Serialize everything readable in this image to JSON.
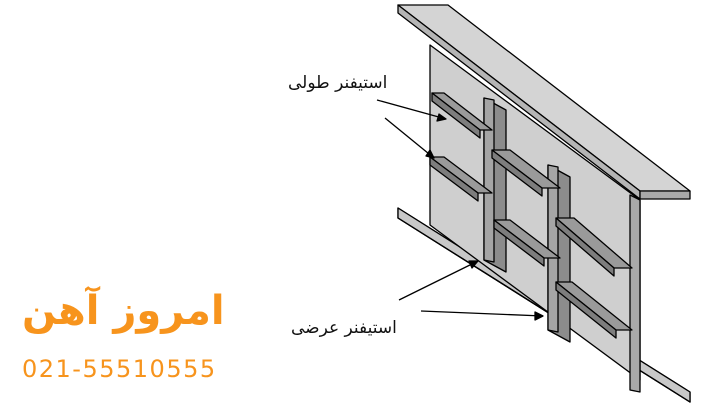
{
  "labels": {
    "longitudinal_stiffener": "استیفنر طولی",
    "transverse_stiffener": "استیفنر عرضی"
  },
  "brand": {
    "logo_text": "امروز آهن",
    "phone": "021-55510555",
    "color": "#f7941d"
  },
  "colors": {
    "steel_top": "#d4d4d4",
    "steel_front": "#a9a9a9",
    "stiffener": "#8c8c8c",
    "outline": "#000000"
  }
}
